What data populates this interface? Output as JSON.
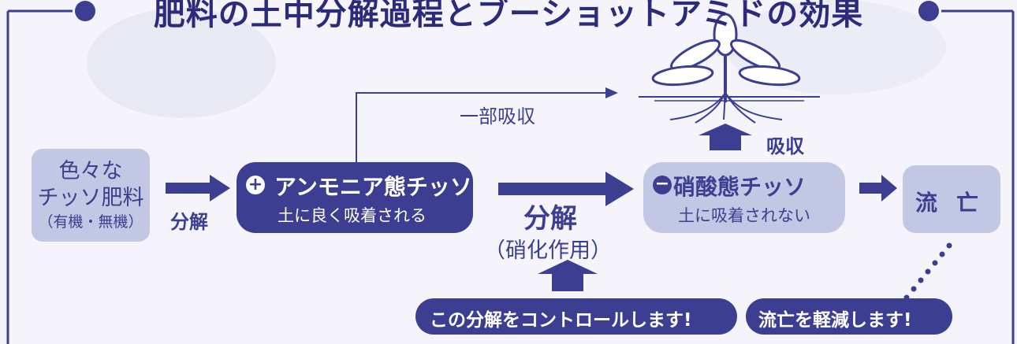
{
  "title": "肥料の土中分解過程とブーショットアミドの効果",
  "source_box": {
    "line1": "色々な",
    "line2": "チッソ肥料",
    "line3": "（有機・無機）"
  },
  "arrow_label_1": "分解",
  "ammonium_box": {
    "sign": "+",
    "title": "アンモニア態チッソ",
    "subtitle": "土に良く吸着される"
  },
  "partial_absorption_label": "一部吸収",
  "center_arrow": {
    "label": "分解",
    "sublabel": "（硝化作用）"
  },
  "nitrate_box": {
    "sign": "−",
    "title": "硝酸態チッソ",
    "subtitle": "土に吸着されない"
  },
  "absorption_label": "吸収",
  "loss_box": {
    "label": "流亡"
  },
  "pill_control": "この分解をコントロールします!",
  "pill_reduce": "流亡を軽減します!",
  "colors": {
    "navy": "#3c3f91",
    "light": "#c2c8e4"
  }
}
